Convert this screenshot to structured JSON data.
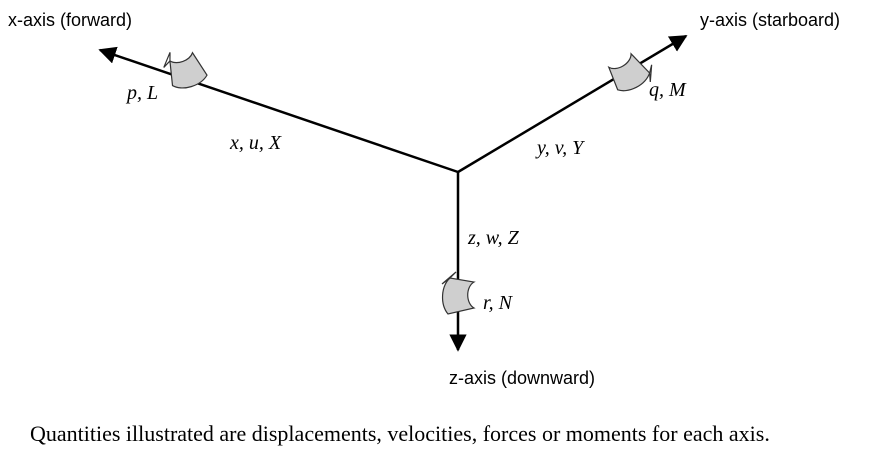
{
  "axes": {
    "x": {
      "title": "x-axis (forward)",
      "quantities": "x, u, X",
      "rotation": "p, L"
    },
    "y": {
      "title": "y-axis (starboard)",
      "quantities": "y, v, Y",
      "rotation": "q, M"
    },
    "z": {
      "title": "z-axis (downward)",
      "quantities": "z, w, Z",
      "rotation": "r, N"
    }
  },
  "caption": "Quantities illustrated are displacements, velocities, forces or moments for each axis.",
  "colors": {
    "line": "#000000",
    "rotation_arrow_fill": "#cfcfcf",
    "rotation_arrow_stroke": "#333333"
  },
  "icons": {
    "rotation": "curved-rotation-arrow-icon"
  }
}
